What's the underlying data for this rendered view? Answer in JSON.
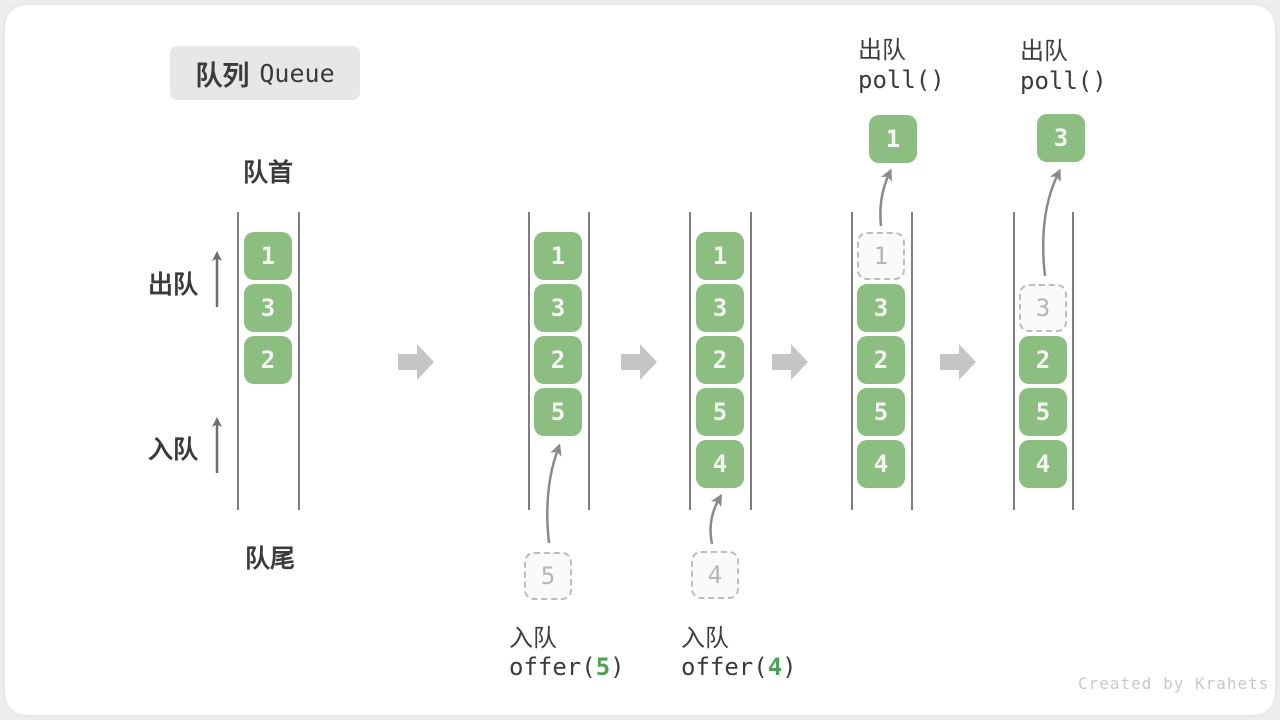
{
  "title": {
    "zh": "队列",
    "en": "Queue"
  },
  "side_labels": {
    "front": "队首",
    "rear": "队尾",
    "dequeue": "出队",
    "enqueue": "入队"
  },
  "colors": {
    "box_green": "#8cbe82",
    "code_green": "#4fa158",
    "block_arrow_gray": "#c5c5c5",
    "text_dark": "#3b3b3b"
  },
  "queues": [
    {
      "name": "initial",
      "items": [
        "1",
        "3",
        "2"
      ]
    },
    {
      "name": "after-offer-5",
      "items": [
        "1",
        "3",
        "2",
        "5"
      ],
      "pending": "5",
      "action_label": "入队",
      "code": {
        "pre": "offer(",
        "arg": "5",
        "post": ")"
      }
    },
    {
      "name": "after-offer-4",
      "items": [
        "1",
        "3",
        "2",
        "5",
        "4"
      ],
      "pending": "4",
      "action_label": "入队",
      "code": {
        "pre": "offer(",
        "arg": "4",
        "post": ")"
      }
    },
    {
      "name": "after-poll-1",
      "ghost": "1",
      "items": [
        "3",
        "2",
        "5",
        "4"
      ],
      "popped": "1",
      "action_label": "出队",
      "code": "poll()"
    },
    {
      "name": "after-poll-3",
      "ghost": "3",
      "items": [
        "2",
        "5",
        "4"
      ],
      "popped": "3",
      "action_label": "出队",
      "code": "poll()"
    }
  ],
  "watermark": "Created by Krahets"
}
